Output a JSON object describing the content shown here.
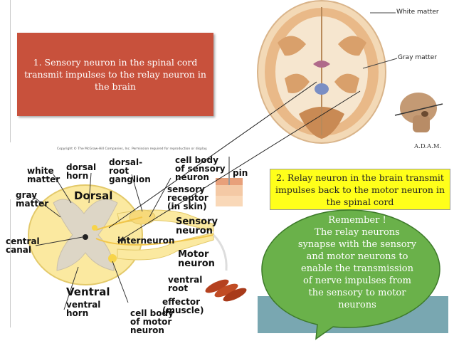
{
  "callouts": {
    "box1": "1. Sensory neuron in the spinal cord transmit impulses to the relay neuron in the brain",
    "box2": "2. Relay neuron in the brain transmit impulses back to the motor neuron in the spinal cord"
  },
  "bubble": {
    "title": "Remember !",
    "text": "The relay neurons synapse with the sensory and motor neurons to enable the transmission of nerve impulses from the sensory to motor neurons"
  },
  "brain_labels": {
    "white_matter": "White matter",
    "gray_matter": "Gray matter",
    "adam": "A.D.A.M."
  },
  "spinal_labels": {
    "copyright": "Copyright © The McGraw-Hill Companies, Inc. Permission required for reproduction or display.",
    "white_matter": "white matter",
    "dorsal_horn": "dorsal horn",
    "dorsal_root_ganglion": "dorsal-root ganglion",
    "cell_body_sensory": "cell body of sensory neuron",
    "pin": "pin",
    "gray_matter": "gray matter",
    "dorsal": "Dorsal",
    "sensory_receptor": "sensory receptor (in skin)",
    "sensory_neuron": "Sensory neuron",
    "central_canal": "central canal",
    "interneuron": "interneuron",
    "motor_neuron": "Motor neuron",
    "ventral_root": "ventral root",
    "effector": "effector (muscle)",
    "ventral": "Ventral",
    "ventral_horn": "ventral horn",
    "cell_body_motor": "cell body of motor neuron"
  },
  "colors": {
    "box1": "#c8513c",
    "box2": "#ffff1a",
    "bubble": "#6ab14a",
    "teal": "#79a7b1"
  }
}
